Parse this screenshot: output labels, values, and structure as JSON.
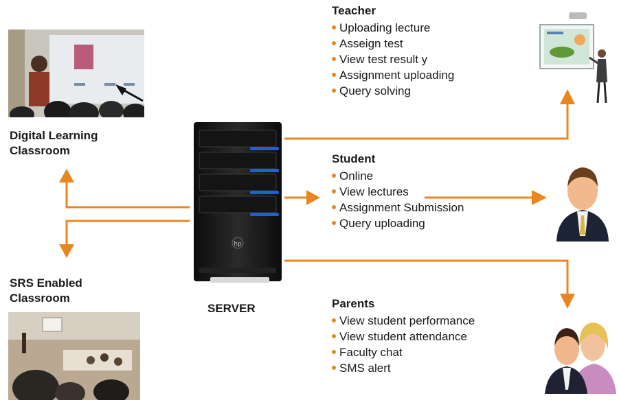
{
  "colors": {
    "arrow": "#e8861f",
    "server_body": "#1b1b1b",
    "server_light": "#1f5fd0"
  },
  "server": {
    "label": "SERVER"
  },
  "digital_classroom": {
    "label_line1": "Digital Learning",
    "label_line2": "Classroom"
  },
  "srs_classroom": {
    "label_line1": "SRS Enabled",
    "label_line2": "Classroom"
  },
  "teacher": {
    "heading": "Teacher",
    "items": [
      "Uploading lecture",
      "Asseign test",
      "View test result y",
      "Assignment uploading",
      "Query solving"
    ]
  },
  "student": {
    "heading": "Student",
    "items": [
      "Online",
      "View lectures",
      "Assignment Submission",
      "Query uploading"
    ]
  },
  "parents": {
    "heading": "Parents",
    "items": [
      "View student performance",
      "View student attendance",
      "Faculty chat",
      "SMS alert"
    ]
  },
  "icons": [
    "classroom-photo",
    "srs-classroom-photo",
    "server-tower-icon",
    "teacher-presentation-icon",
    "student-avatar-icon",
    "parents-avatar-icon"
  ]
}
